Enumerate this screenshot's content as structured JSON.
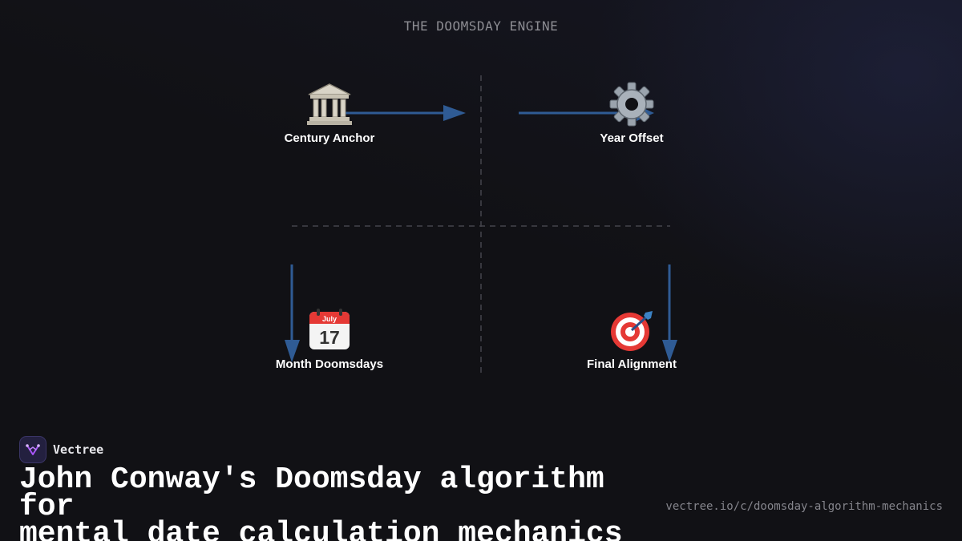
{
  "diagram": {
    "title": "THE DOOMSDAY ENGINE",
    "nodes": [
      {
        "id": "century-anchor",
        "label": "Century Anchor",
        "icon": "classical-building-icon"
      },
      {
        "id": "year-offset",
        "label": "Year Offset",
        "icon": "gear-icon"
      },
      {
        "id": "month-doomsdays",
        "label": "Month Doomsdays",
        "icon": "calendar-icon"
      },
      {
        "id": "final-alignment",
        "label": "Final Alignment",
        "icon": "target-icon"
      }
    ],
    "icon_text": {
      "calendar_month": "July",
      "calendar_day": "17"
    },
    "colors": {
      "arrow": "#2f5b94",
      "divider": "#44444c",
      "accent": "#a855f7"
    }
  },
  "footer": {
    "brand": "Vectree",
    "brand_icon": "vectree-logo-icon",
    "headline_line1": "John Conway's Doomsday algorithm for",
    "headline_line2": "mental date calculation mechanics",
    "url": "vectree.io/c/doomsday-algorithm-mechanics"
  }
}
